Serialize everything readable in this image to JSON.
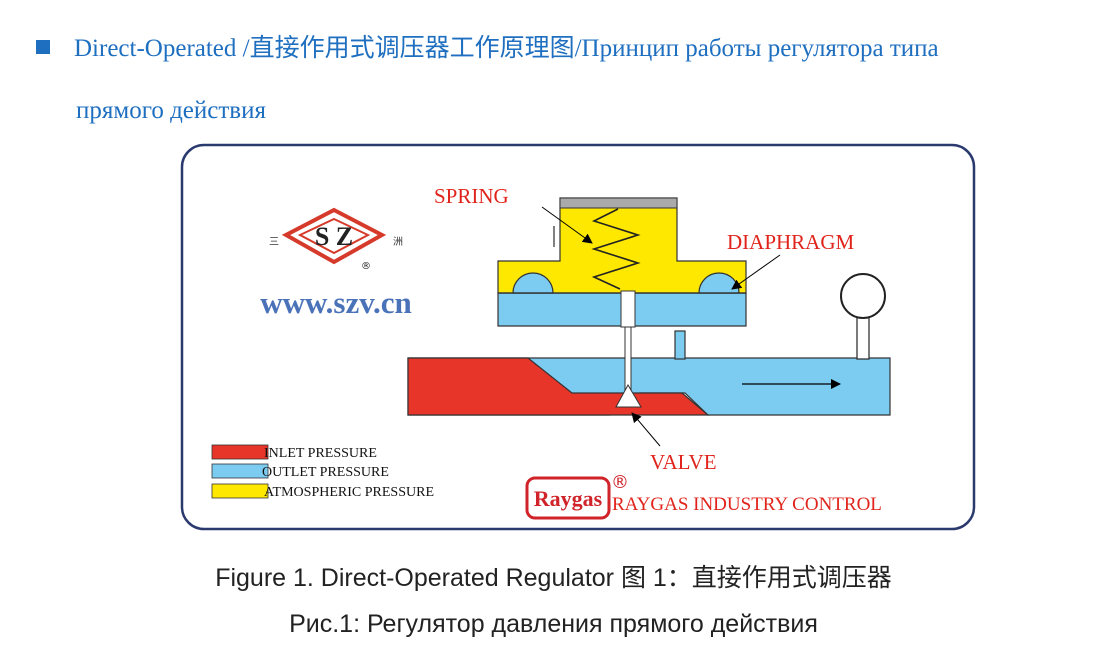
{
  "heading": {
    "line1": "Direct-Operated /直接作用式调压器工作原理图/Принцип работы регулятора типа",
    "line2": "прямого действия"
  },
  "diagram": {
    "labels": {
      "spring": "SPRING",
      "diaphragm": "DIAPHRAGM",
      "valve": "VALVE"
    },
    "logo": {
      "letters": "S Z",
      "left_char": "三",
      "right_char": "洲",
      "registered": "®",
      "url": "www.szv.cn"
    },
    "legend": [
      {
        "label": "INLET PRESSURE",
        "color": "#e8352a"
      },
      {
        "label": "OUTLET PRESSURE",
        "color": "#7ccbf0"
      },
      {
        "label": "ATMOSPHERIC PRESSURE",
        "color": "#ffe800"
      }
    ],
    "brand": {
      "name": "Raygas",
      "registered": "®",
      "company": "RAYGAS INDUSTRY CONTROL"
    },
    "colors": {
      "inlet": "#e8352a",
      "outlet": "#7ccbf0",
      "atmospheric": "#ffe800",
      "label_red": "#e0241b",
      "frame": "#2b3a6e",
      "url_blue": "#4a72b8"
    }
  },
  "captions": {
    "line1": "Figure 1. Direct-Operated Regulator 图 1：直接作用式调压器",
    "line2": "Рис.1: Регулятор давления прямого действия"
  }
}
